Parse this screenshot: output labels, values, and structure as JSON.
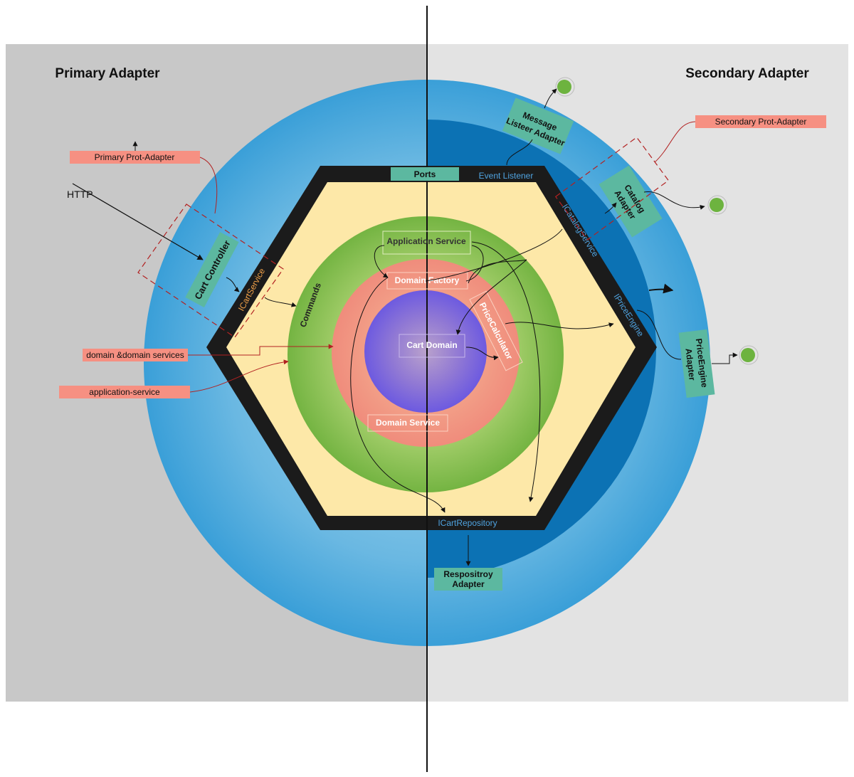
{
  "regions": {
    "primary": {
      "title": "Primary Adapter"
    },
    "secondary": {
      "title": "Secondary Adapter"
    }
  },
  "core": {
    "ports": "Ports",
    "application_service": "Application Service",
    "domain_factory": "Domain Factory",
    "cart_domain": "Cart Domain",
    "domain_service": "Domain Service",
    "price_calculator": "PriceCalculator",
    "commands": "Commands"
  },
  "ports": {
    "event_listener": "Event Listener",
    "icatalog_service": "ICatalogService",
    "iprice_engine": "IPriceEngine",
    "icart_repository": "ICartRepository",
    "icart_service": "ICartService"
  },
  "adapters": {
    "cart_controller": "Cart Controller",
    "message_listener_line1": "Message",
    "message_listener_line2": "Listeer Adapter",
    "catalog_line1": "Catalog",
    "catalog_line2": "Adapter",
    "price_engine_line1": "PriceEngine",
    "price_engine_line2": "Adapter",
    "repository_line1": "Respositroy",
    "repository_line2": "Adapter"
  },
  "notes": {
    "primary_prot_adapter": "Primary Prot-Adapter",
    "secondary_prot_adapter": "Secondary Prot-Adapter",
    "domain_services": "domain &domain services",
    "application_service": "application-service",
    "http": "HTTP"
  },
  "colors": {
    "primary_bg": "#c8c8c8",
    "secondary_bg": "#e3e3e3",
    "outer_ring": "#3ea3d9",
    "inner_blue": "#0c72b4",
    "hexagon_frame": "#1b1b1b",
    "hexagon_fill": "#fde8a8",
    "app_ring": "#7cba46",
    "domain_ring": "#f29282",
    "cart_core": "#7a62dc",
    "adapter_box": "#5cb8a0",
    "note_box": "#f69082",
    "port_label": "#4fa3e0",
    "green_dot": "#6db33f"
  }
}
